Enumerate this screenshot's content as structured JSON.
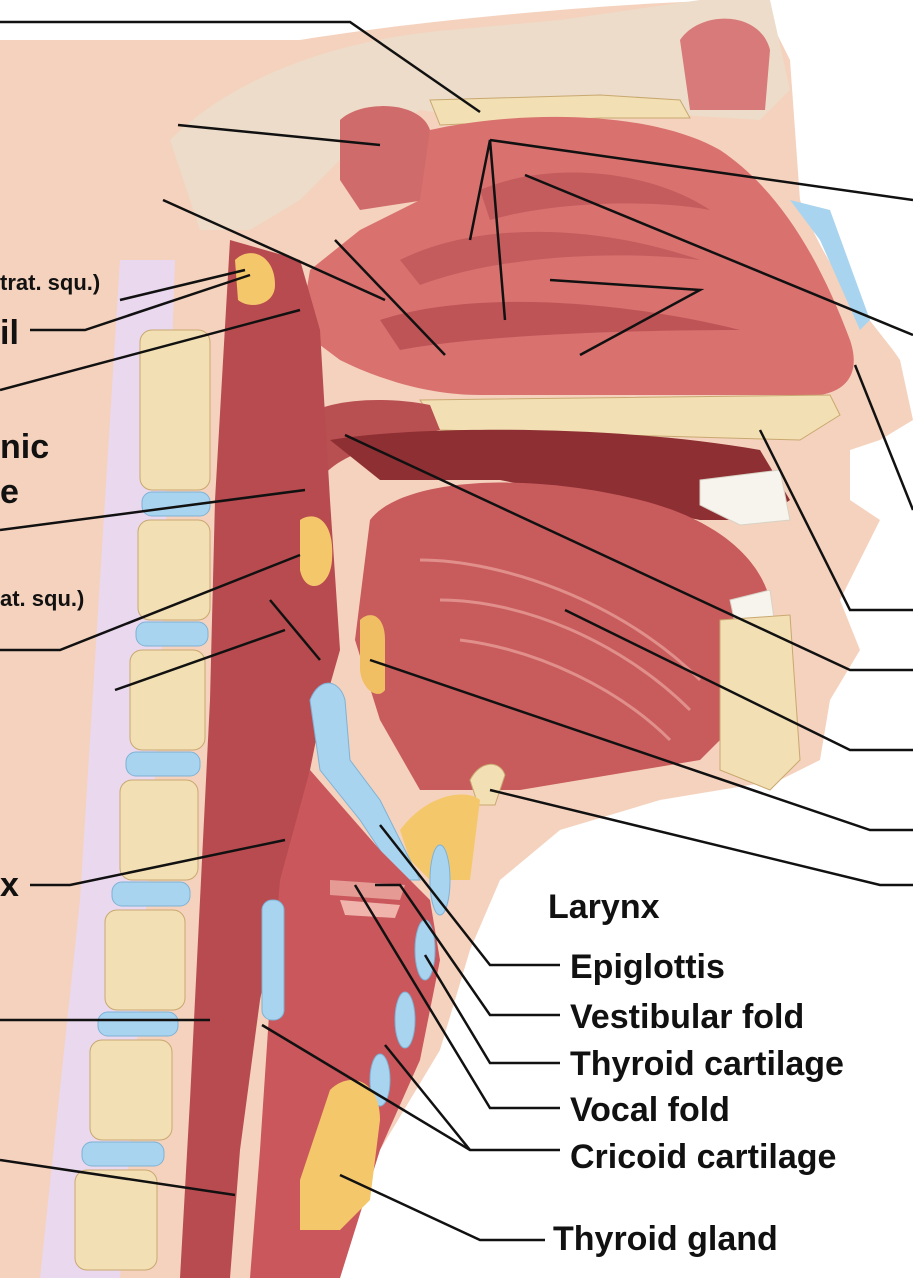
{
  "larynx": {
    "heading": "Larynx",
    "labels": [
      "Epiglottis",
      "Vestibular fold",
      "Thyroid cartilage",
      "Vocal fold",
      "Cricoid cartilage"
    ]
  },
  "thyroid_label": "Thyroid gland",
  "left_fragments": {
    "strat_squ_upper": "trat. squ.)",
    "il": "il",
    "nic": "nic",
    "e": "e",
    "strat_squ_lower": "at. squ.)",
    "x": "x"
  },
  "colors": {
    "tissue": "#c9585a",
    "tissue_light": "#e59a94",
    "bone": "#f2dfb3",
    "cartilage": "#a8d4ef",
    "fat": "#f4c86a",
    "skin": "#f5d2bd",
    "leader": "#111111"
  }
}
